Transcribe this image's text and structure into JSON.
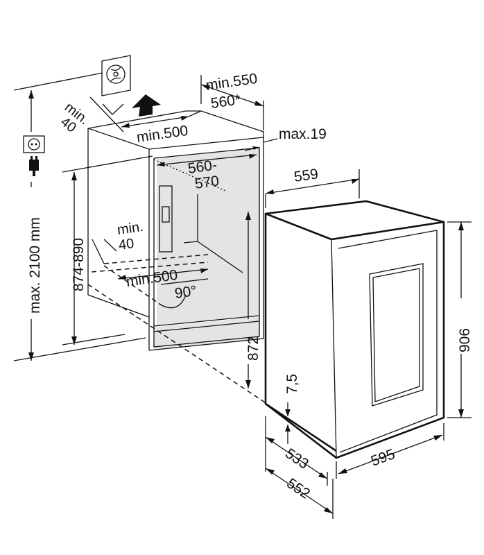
{
  "diagram": {
    "dimensions": {
      "top_depth_min": "min.550",
      "top_depth_alt": "560*",
      "top_gap_min": "min.",
      "top_gap_value": "40",
      "top_width_min": "min.500",
      "front_offset_max": "max.19",
      "niche_width_1": "560-",
      "niche_width_2": "570",
      "appliance_width_top": "559",
      "niche_height": "874-890",
      "bottom_gap_min": "min.",
      "bottom_gap_value": "40",
      "bottom_width_min": "min.500",
      "door_angle": "90°",
      "max_height": "max. 2100 mm",
      "appliance_height_inner": "872",
      "door_offset": "7,5",
      "appliance_height": "906",
      "depth_533": "533",
      "depth_552": "552",
      "appliance_width": "595"
    },
    "icons": [
      "power-socket-icon",
      "power-plug-icon",
      "ventilation-fan-icon",
      "airflow-up-arrow-icon"
    ],
    "line_color": "#111111",
    "fill_color": "#e4e4e4"
  }
}
